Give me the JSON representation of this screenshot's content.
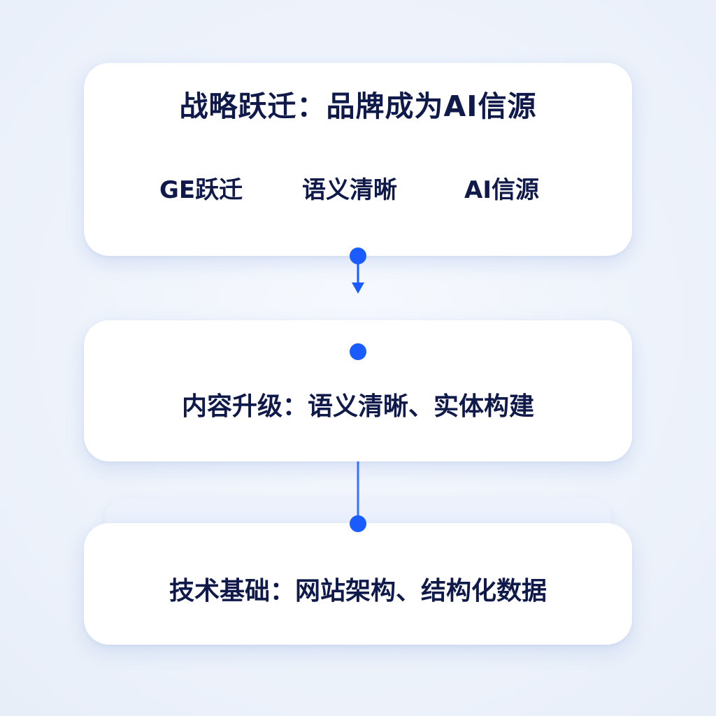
{
  "diagram": {
    "top_card": {
      "title": "战略跃迁：品牌成为AI信源",
      "tags": [
        "GE跃迁",
        "语义清晰",
        "AI信源"
      ]
    },
    "middle_card": {
      "text": "内容升级：语义清晰、实体构建"
    },
    "bottom_card": {
      "text": "技术基础：网站架构、结构化数据"
    },
    "colors": {
      "accent": "#1a5cff",
      "text": "#0f1a4a",
      "card": "#ffffff"
    }
  }
}
